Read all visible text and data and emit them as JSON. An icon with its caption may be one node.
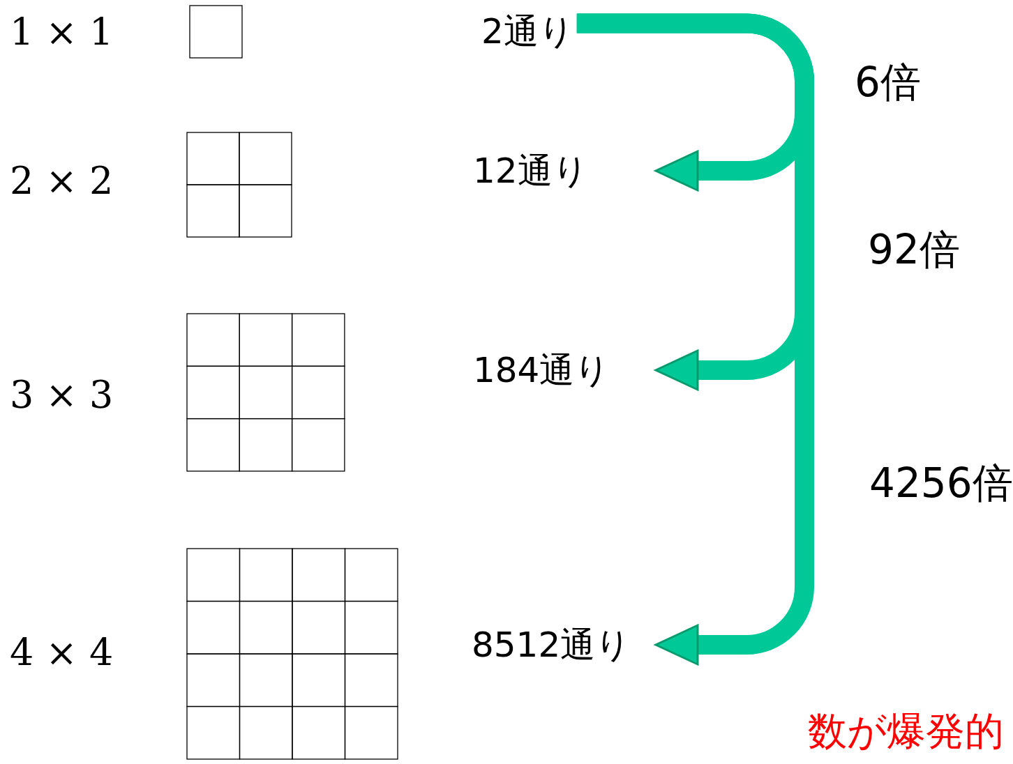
{
  "diagram": {
    "nodes": [
      {
        "text": [
          "2通り"
        ]
      },
      {
        "text": [
          "12通り"
        ]
      },
      {
        "text": [
          "184通り"
        ]
      },
      {
        "text": [
          "8512通り"
        ]
      }
    ],
    "edges": [
      {
        "from": 0,
        "to": 1,
        "arrow": "to"
      },
      {
        "from": 0,
        "to": 2,
        "arrow": "to"
      },
      {
        "from": 0,
        "to": 3,
        "arrow": "to"
      }
    ],
    "labels": [
      "1 × 1",
      "2 × 2",
      "3 × 3",
      "4 × 4",
      "6倍",
      "92倍",
      "4256倍",
      "数が爆発的"
    ]
  }
}
